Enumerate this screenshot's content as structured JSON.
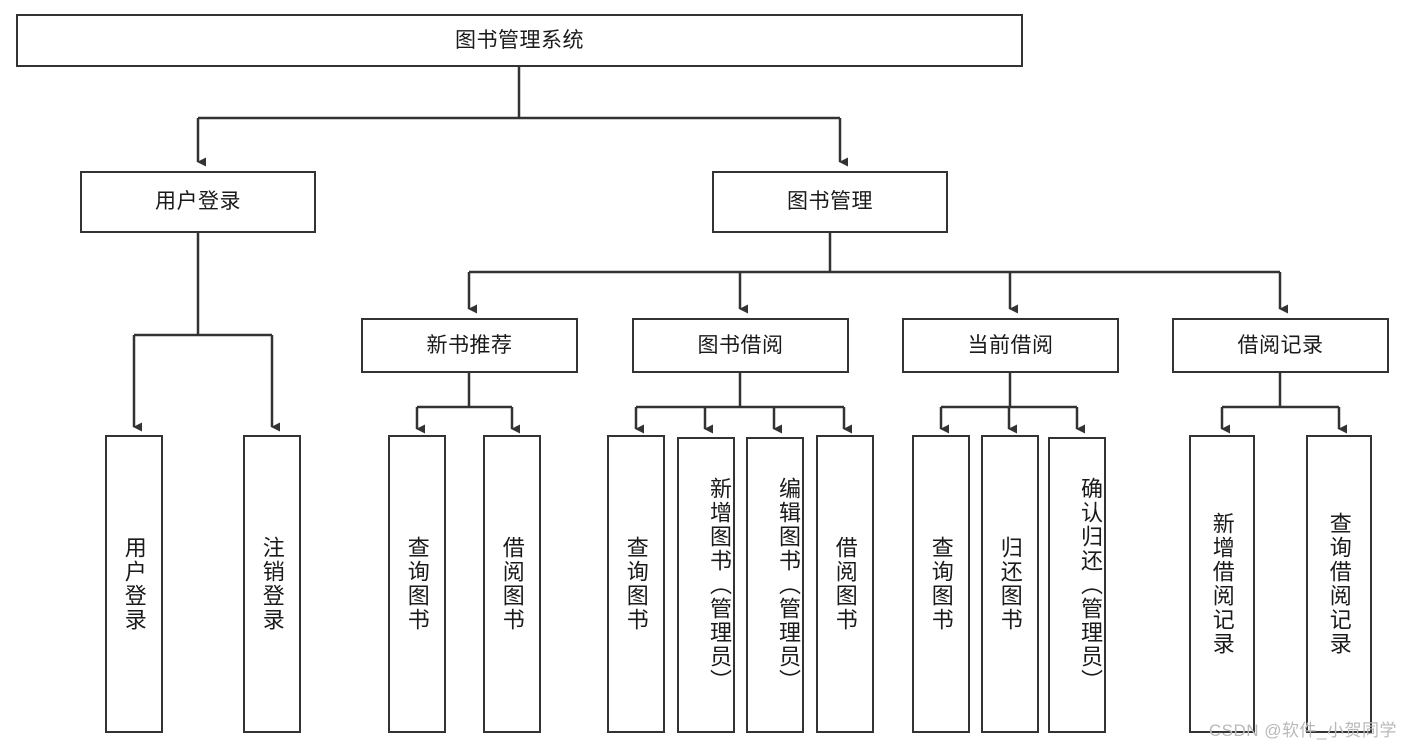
{
  "diagram": {
    "title": "图书管理系统",
    "type": "tree-hierarchy",
    "root": {
      "id": "root",
      "label": "图书管理系统"
    },
    "level2": [
      {
        "id": "user-login",
        "label": "用户登录"
      },
      {
        "id": "book-management",
        "label": "图书管理"
      }
    ],
    "level3": [
      {
        "id": "new-book-recommend",
        "label": "新书推荐",
        "parent": "book-management"
      },
      {
        "id": "book-borrow",
        "label": "图书借阅",
        "parent": "book-management"
      },
      {
        "id": "current-borrow",
        "label": "当前借阅",
        "parent": "book-management"
      },
      {
        "id": "borrow-record",
        "label": "借阅记录",
        "parent": "book-management"
      }
    ],
    "leaves": {
      "user_login": [
        {
          "id": "leaf-user-login",
          "label": "用户登录"
        },
        {
          "id": "leaf-logout-login",
          "label": "注销登录"
        }
      ],
      "new_book_recommend": [
        {
          "id": "leaf-query-book-1",
          "label": "查询图书"
        },
        {
          "id": "leaf-borrow-book-1",
          "label": "借阅图书"
        }
      ],
      "book_borrow": [
        {
          "id": "leaf-query-book-2",
          "label": "查询图书"
        },
        {
          "id": "leaf-add-book-admin",
          "label": "新增图书（管理员）"
        },
        {
          "id": "leaf-edit-book-admin",
          "label": "编辑图书（管理员）"
        },
        {
          "id": "leaf-borrow-book-2",
          "label": "借阅图书"
        }
      ],
      "current_borrow": [
        {
          "id": "leaf-query-book-3",
          "label": "查询图书"
        },
        {
          "id": "leaf-return-book",
          "label": "归还图书"
        },
        {
          "id": "leaf-confirm-return-admin",
          "label": "确认归还（管理员）"
        }
      ],
      "borrow_record": [
        {
          "id": "leaf-add-borrow-record",
          "label": "新增借阅记录"
        },
        {
          "id": "leaf-query-borrow-record",
          "label": "查询借阅记录"
        }
      ]
    }
  },
  "watermark": {
    "text": "CSDN @软件_小贺同学"
  },
  "colors": {
    "border": "#333333",
    "background": "#ffffff",
    "text": "#1a1a1a",
    "watermark": "#b9b9b9"
  }
}
